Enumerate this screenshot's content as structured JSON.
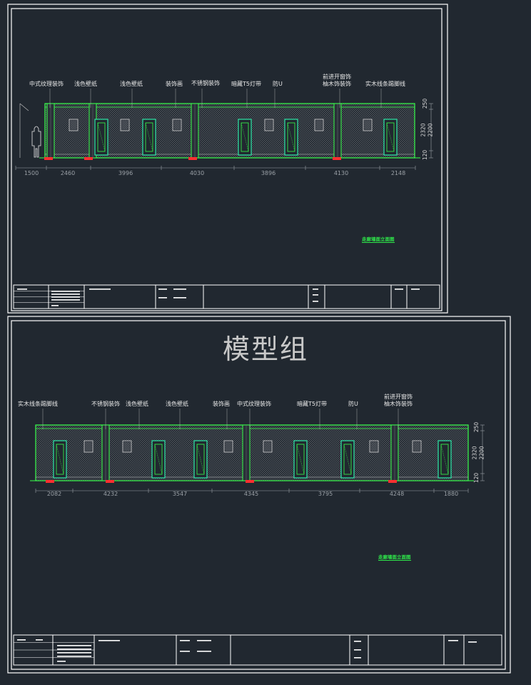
{
  "heading": "模型组",
  "colors": {
    "background": "#212830",
    "frame": "#ffffff",
    "wall_outline": "#38ff4a",
    "door_frame": "#2ee8a8",
    "marker": "#ff3030",
    "dim": "#9aa0a6"
  },
  "sheet1": {
    "labels": [
      "中式纹理装饰",
      "浅色壁纸",
      "浅色壁纸",
      "装饰画",
      "不锈钢装饰",
      "暗藏T5灯带",
      "防U",
      "前进开窗饰",
      "柚木饰装饰",
      "实木线条踢脚线"
    ],
    "dims": [
      "1500",
      "2460",
      "3996",
      "4030",
      "3896",
      "4130",
      "2148"
    ],
    "vdims": [
      "250",
      "2320",
      "2200",
      "120"
    ],
    "title_tag": "走廊墙面立面图"
  },
  "sheet2": {
    "labels": [
      "实木线条踢脚线",
      "不锈钢装饰",
      "浅色壁纸",
      "浅色壁纸",
      "装饰画",
      "中式纹理装饰",
      "暗藏T5灯带",
      "防U",
      "前进开窗饰",
      "柚木饰装饰"
    ],
    "dims": [
      "2082",
      "4232",
      "3547",
      "4345",
      "3795",
      "4248",
      "1880"
    ],
    "vdims": [
      "250",
      "2320",
      "2200",
      "120"
    ],
    "title_tag": "走廊墙面立面图"
  }
}
